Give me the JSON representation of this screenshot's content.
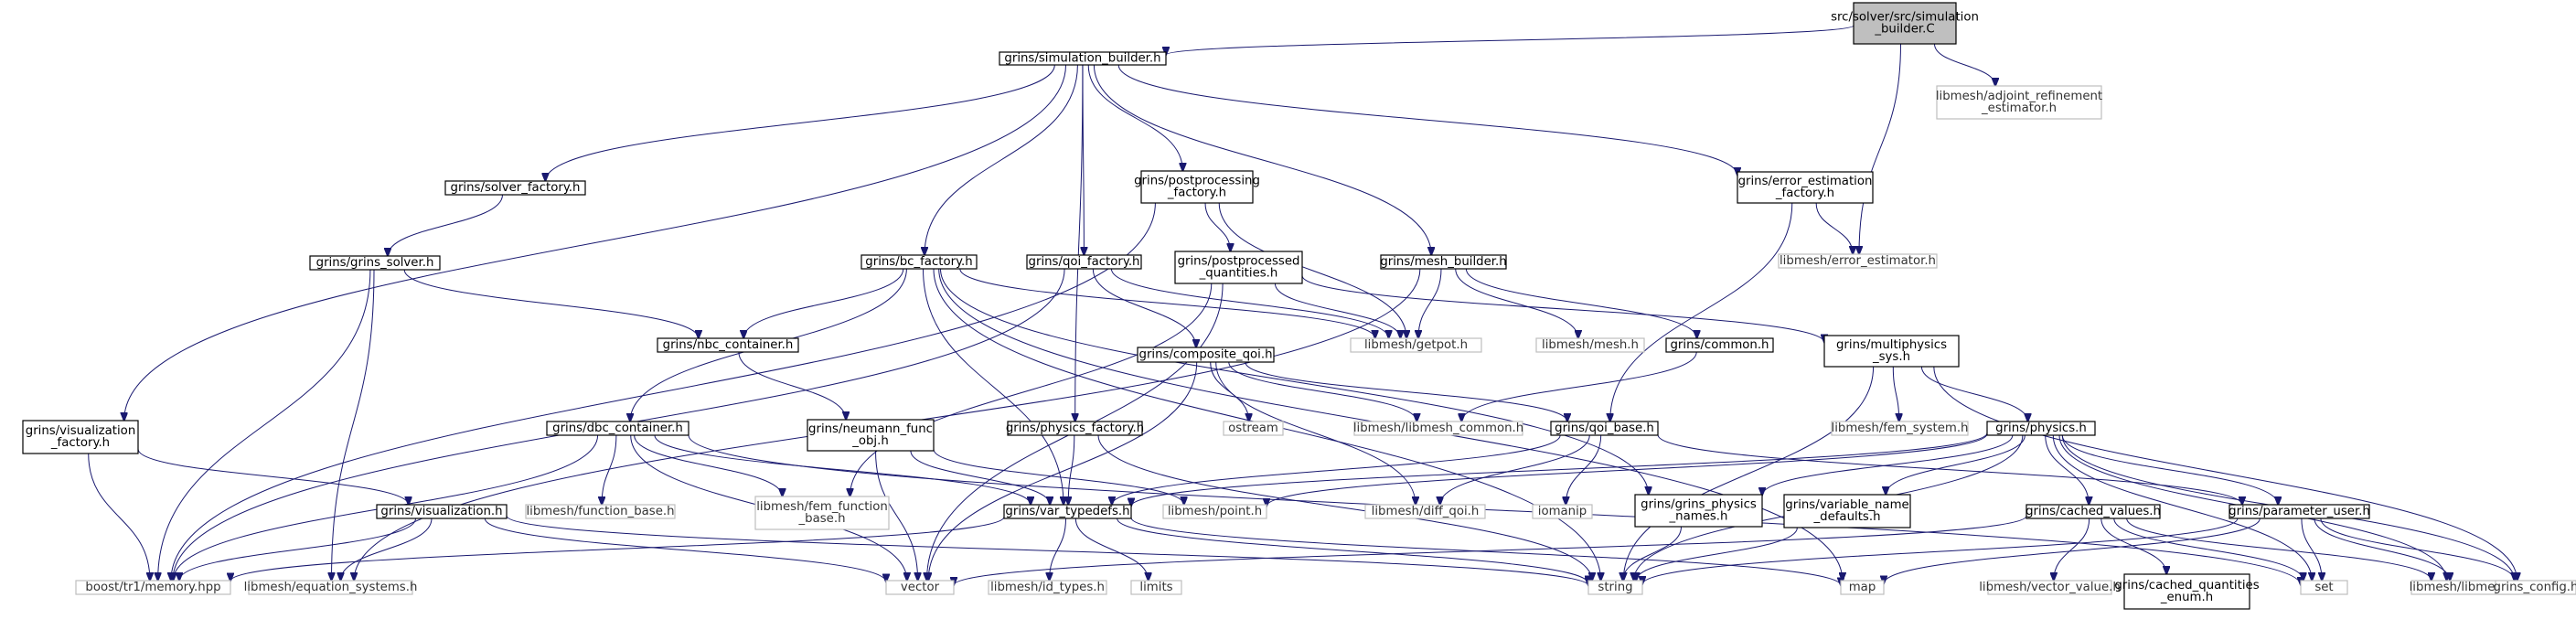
{
  "graph": {
    "nodes": [
      {
        "id": "root",
        "label": [
          "src/solver/src/simulation",
          "_builder.C"
        ],
        "style": "root"
      },
      {
        "id": "sim_builder",
        "label": [
          "grins/simulation_builder.h"
        ],
        "style": "file"
      },
      {
        "id": "adj_ref",
        "label": [
          "libmesh/adjoint_refinement",
          "_estimator.h"
        ],
        "style": "external"
      },
      {
        "id": "solver_factory",
        "label": [
          "grins/solver_factory.h"
        ],
        "style": "file"
      },
      {
        "id": "postproc_factory",
        "label": [
          "grins/postprocessing",
          "_factory.h"
        ],
        "style": "file"
      },
      {
        "id": "err_est_factory",
        "label": [
          "grins/error_estimation",
          "_factory.h"
        ],
        "style": "file"
      },
      {
        "id": "err_est",
        "label": [
          "libmesh/error_estimator.h"
        ],
        "style": "external"
      },
      {
        "id": "grins_solver",
        "label": [
          "grins/grins_solver.h"
        ],
        "style": "file"
      },
      {
        "id": "bc_factory",
        "label": [
          "grins/bc_factory.h"
        ],
        "style": "file"
      },
      {
        "id": "qoi_factory",
        "label": [
          "grins/qoi_factory.h"
        ],
        "style": "file"
      },
      {
        "id": "postprocessed_q",
        "label": [
          "grins/postprocessed",
          "_quantities.h"
        ],
        "style": "file"
      },
      {
        "id": "mesh_builder",
        "label": [
          "grins/mesh_builder.h"
        ],
        "style": "file"
      },
      {
        "id": "nbc_container",
        "label": [
          "grins/nbc_container.h"
        ],
        "style": "file"
      },
      {
        "id": "getpot",
        "label": [
          "libmesh/getpot.h"
        ],
        "style": "external"
      },
      {
        "id": "lm_mesh",
        "label": [
          "libmesh/mesh.h"
        ],
        "style": "external"
      },
      {
        "id": "common",
        "label": [
          "grins/common.h"
        ],
        "style": "file"
      },
      {
        "id": "multiphysics",
        "label": [
          "grins/multiphysics",
          "_sys.h"
        ],
        "style": "file"
      },
      {
        "id": "composite_qoi",
        "label": [
          "grins/composite_qoi.h"
        ],
        "style": "file"
      },
      {
        "id": "ostream",
        "label": [
          "ostream"
        ],
        "style": "external"
      },
      {
        "id": "lm_common",
        "label": [
          "libmesh/libmesh_common.h"
        ],
        "style": "external"
      },
      {
        "id": "fem_system",
        "label": [
          "libmesh/fem_system.h"
        ],
        "style": "external"
      },
      {
        "id": "vis_factory",
        "label": [
          "grins/visualization",
          "_factory.h"
        ],
        "style": "file"
      },
      {
        "id": "dbc_container",
        "label": [
          "grins/dbc_container.h"
        ],
        "style": "file"
      },
      {
        "id": "neumann_func",
        "label": [
          "grins/neumann_func",
          "_obj.h"
        ],
        "style": "file"
      },
      {
        "id": "physics_factory",
        "label": [
          "grins/physics_factory.h"
        ],
        "style": "file"
      },
      {
        "id": "qoi_base",
        "label": [
          "grins/qoi_base.h"
        ],
        "style": "file"
      },
      {
        "id": "physics",
        "label": [
          "grins/physics.h"
        ],
        "style": "file"
      },
      {
        "id": "visualization",
        "label": [
          "grins/visualization.h"
        ],
        "style": "file"
      },
      {
        "id": "function_base",
        "label": [
          "libmesh/function_base.h"
        ],
        "style": "external"
      },
      {
        "id": "fem_function",
        "label": [
          "libmesh/fem_function",
          "_base.h"
        ],
        "style": "external"
      },
      {
        "id": "var_typedefs",
        "label": [
          "grins/var_typedefs.h"
        ],
        "style": "file"
      },
      {
        "id": "point",
        "label": [
          "libmesh/point.h"
        ],
        "style": "external"
      },
      {
        "id": "diff_qoi",
        "label": [
          "libmesh/diff_qoi.h"
        ],
        "style": "external"
      },
      {
        "id": "iomanip",
        "label": [
          "iomanip"
        ],
        "style": "external"
      },
      {
        "id": "physics_names",
        "label": [
          "grins/grins_physics",
          "_names.h"
        ],
        "style": "file"
      },
      {
        "id": "var_name_defaults",
        "label": [
          "grins/variable_name",
          "_defaults.h"
        ],
        "style": "file"
      },
      {
        "id": "cached_values",
        "label": [
          "grins/cached_values.h"
        ],
        "style": "file"
      },
      {
        "id": "parameter_user",
        "label": [
          "grins/parameter_user.h"
        ],
        "style": "file"
      },
      {
        "id": "memory",
        "label": [
          "boost/tr1/memory.hpp"
        ],
        "style": "external"
      },
      {
        "id": "equation_systems",
        "label": [
          "libmesh/equation_systems.h"
        ],
        "style": "external"
      },
      {
        "id": "vector",
        "label": [
          "vector"
        ],
        "style": "external"
      },
      {
        "id": "id_types",
        "label": [
          "libmesh/id_types.h"
        ],
        "style": "external"
      },
      {
        "id": "limits",
        "label": [
          "limits"
        ],
        "style": "external"
      },
      {
        "id": "string",
        "label": [
          "string"
        ],
        "style": "external"
      },
      {
        "id": "map",
        "label": [
          "map"
        ],
        "style": "external"
      },
      {
        "id": "vector_value",
        "label": [
          "libmesh/vector_value.h"
        ],
        "style": "external"
      },
      {
        "id": "cached_q_enum",
        "label": [
          "grins/cached_quantities",
          "_enum.h"
        ],
        "style": "file"
      },
      {
        "id": "set",
        "label": [
          "set"
        ],
        "style": "external"
      },
      {
        "id": "lm_libmesh",
        "label": [
          "libmesh/libmesh.h"
        ],
        "style": "external"
      },
      {
        "id": "grins_config",
        "label": [
          "grins_config.h"
        ],
        "style": "external"
      }
    ],
    "edges": [
      [
        "root",
        "sim_builder"
      ],
      [
        "root",
        "adj_ref"
      ],
      [
        "root",
        "err_est"
      ],
      [
        "sim_builder",
        "solver_factory"
      ],
      [
        "sim_builder",
        "postproc_factory"
      ],
      [
        "sim_builder",
        "err_est_factory"
      ],
      [
        "sim_builder",
        "bc_factory"
      ],
      [
        "sim_builder",
        "qoi_factory"
      ],
      [
        "sim_builder",
        "mesh_builder"
      ],
      [
        "sim_builder",
        "vis_factory"
      ],
      [
        "sim_builder",
        "physics_factory"
      ],
      [
        "solver_factory",
        "grins_solver"
      ],
      [
        "postproc_factory",
        "memory"
      ],
      [
        "postproc_factory",
        "postprocessed_q"
      ],
      [
        "postproc_factory",
        "getpot"
      ],
      [
        "err_est_factory",
        "err_est"
      ],
      [
        "err_est_factory",
        "qoi_base"
      ],
      [
        "grins_solver",
        "nbc_container"
      ],
      [
        "grins_solver",
        "memory"
      ],
      [
        "grins_solver",
        "equation_systems"
      ],
      [
        "bc_factory",
        "nbc_container"
      ],
      [
        "bc_factory",
        "dbc_container"
      ],
      [
        "bc_factory",
        "var_typedefs"
      ],
      [
        "bc_factory",
        "getpot"
      ],
      [
        "bc_factory",
        "string"
      ],
      [
        "bc_factory",
        "physics_names"
      ],
      [
        "bc_factory",
        "map"
      ],
      [
        "qoi_factory",
        "composite_qoi"
      ],
      [
        "qoi_factory",
        "getpot"
      ],
      [
        "qoi_factory",
        "memory"
      ],
      [
        "postprocessed_q",
        "getpot"
      ],
      [
        "postprocessed_q",
        "multiphysics"
      ],
      [
        "postprocessed_q",
        "fem_function"
      ],
      [
        "postprocessed_q",
        "vector"
      ],
      [
        "mesh_builder",
        "getpot"
      ],
      [
        "mesh_builder",
        "lm_mesh"
      ],
      [
        "mesh_builder",
        "common"
      ],
      [
        "mesh_builder",
        "equation_systems"
      ],
      [
        "nbc_container",
        "neumann_func"
      ],
      [
        "common",
        "lm_common"
      ],
      [
        "multiphysics",
        "physics"
      ],
      [
        "multiphysics",
        "fem_system"
      ],
      [
        "multiphysics",
        "string"
      ],
      [
        "multiphysics",
        "grins_config"
      ],
      [
        "composite_qoi",
        "qoi_base"
      ],
      [
        "composite_qoi",
        "ostream"
      ],
      [
        "composite_qoi",
        "lm_common"
      ],
      [
        "composite_qoi",
        "diff_qoi"
      ],
      [
        "composite_qoi",
        "vector"
      ],
      [
        "vis_factory",
        "visualization"
      ],
      [
        "vis_factory",
        "memory"
      ],
      [
        "dbc_container",
        "var_typedefs"
      ],
      [
        "dbc_container",
        "function_base"
      ],
      [
        "dbc_container",
        "fem_function"
      ],
      [
        "dbc_container",
        "vector"
      ],
      [
        "dbc_container",
        "set"
      ],
      [
        "dbc_container",
        "memory"
      ],
      [
        "neumann_func",
        "var_typedefs"
      ],
      [
        "neumann_func",
        "point"
      ],
      [
        "neumann_func",
        "vector"
      ],
      [
        "physics_factory",
        "var_typedefs"
      ],
      [
        "physics_factory",
        "string"
      ],
      [
        "qoi_base",
        "diff_qoi"
      ],
      [
        "qoi_base",
        "iomanip"
      ],
      [
        "qoi_base",
        "parameter_user"
      ],
      [
        "qoi_base",
        "var_typedefs"
      ],
      [
        "physics",
        "var_typedefs"
      ],
      [
        "physics",
        "point"
      ],
      [
        "physics",
        "physics_names"
      ],
      [
        "physics",
        "var_name_defaults"
      ],
      [
        "physics",
        "cached_values"
      ],
      [
        "physics",
        "parameter_user"
      ],
      [
        "physics",
        "set"
      ],
      [
        "physics",
        "lm_libmesh"
      ],
      [
        "physics",
        "grins_config"
      ],
      [
        "physics",
        "string"
      ],
      [
        "visualization",
        "memory"
      ],
      [
        "visualization",
        "equation_systems"
      ],
      [
        "visualization",
        "vector"
      ],
      [
        "visualization",
        "string"
      ],
      [
        "var_typedefs",
        "id_types"
      ],
      [
        "var_typedefs",
        "limits"
      ],
      [
        "var_typedefs",
        "string"
      ],
      [
        "var_typedefs",
        "map"
      ],
      [
        "var_typedefs",
        "memory"
      ],
      [
        "physics_names",
        "string"
      ],
      [
        "var_name_defaults",
        "string"
      ],
      [
        "cached_values",
        "vector_value"
      ],
      [
        "cached_values",
        "cached_q_enum"
      ],
      [
        "cached_values",
        "set"
      ],
      [
        "cached_values",
        "lm_libmesh"
      ],
      [
        "cached_values",
        "vector"
      ],
      [
        "parameter_user",
        "set"
      ],
      [
        "parameter_user",
        "lm_libmesh"
      ],
      [
        "parameter_user",
        "grins_config"
      ],
      [
        "parameter_user",
        "map"
      ],
      [
        "parameter_user",
        "string"
      ]
    ]
  }
}
